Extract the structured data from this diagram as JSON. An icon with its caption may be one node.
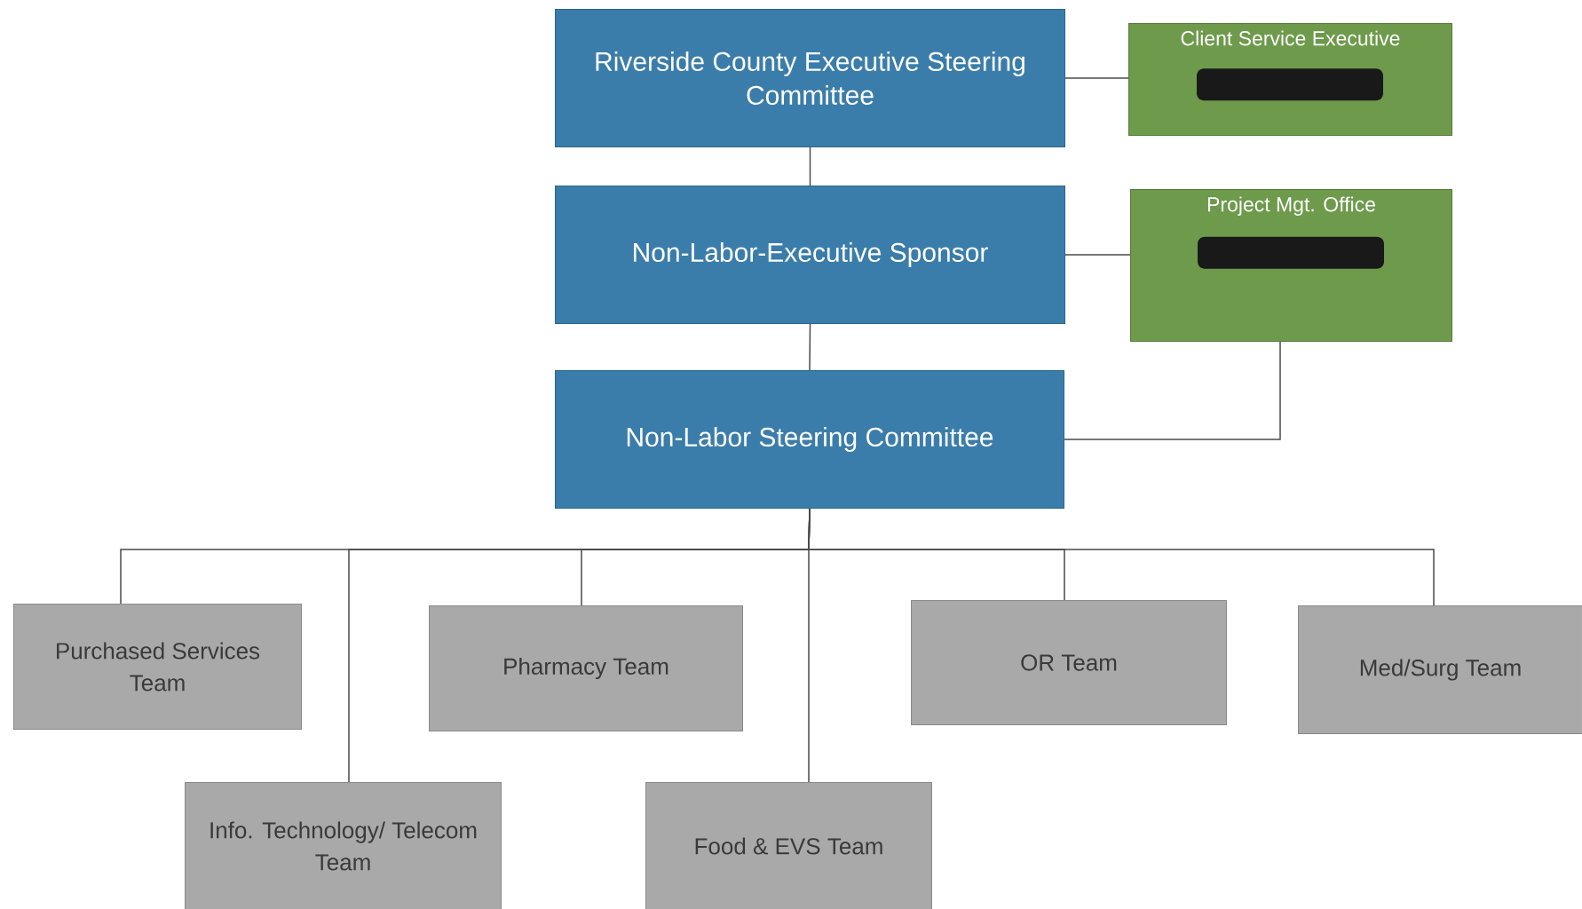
{
  "diagram": {
    "nodes": [
      {
        "text": [
          "Riverside County Executive Steering Committee"
        ]
      },
      {
        "text": [
          "Client Service Executive"
        ]
      },
      {
        "text": [
          "Non-Labor-Executive Sponsor"
        ]
      },
      {
        "text": [
          "Project Mgt. Office"
        ]
      },
      {
        "text": [
          "Non-Labor Steering Committee"
        ]
      },
      {
        "text": [
          "Purchased Services Team"
        ]
      },
      {
        "text": [
          "Info. Technology/ Telecom Team"
        ]
      },
      {
        "text": [
          "Pharmacy Team"
        ]
      },
      {
        "text": [
          "Food & EVS Team"
        ]
      },
      {
        "text": [
          "OR Team"
        ]
      },
      {
        "text": [
          "Med/Surg Team"
        ]
      }
    ],
    "edges": [
      {
        "from": 0,
        "to": 1,
        "arrow": "none"
      },
      {
        "from": 0,
        "to": 2,
        "arrow": "none"
      },
      {
        "from": 2,
        "to": 3,
        "arrow": "none"
      },
      {
        "from": 2,
        "to": 4,
        "arrow": "none"
      },
      {
        "from": 3,
        "to": 4,
        "arrow": "none"
      },
      {
        "from": 4,
        "to": 5,
        "arrow": "none"
      },
      {
        "from": 4,
        "to": 6,
        "arrow": "none"
      },
      {
        "from": 4,
        "to": 7,
        "arrow": "none"
      },
      {
        "from": 4,
        "to": 8,
        "arrow": "none"
      },
      {
        "from": 4,
        "to": 9,
        "arrow": "none"
      },
      {
        "from": 4,
        "to": 10,
        "arrow": "none"
      }
    ]
  }
}
